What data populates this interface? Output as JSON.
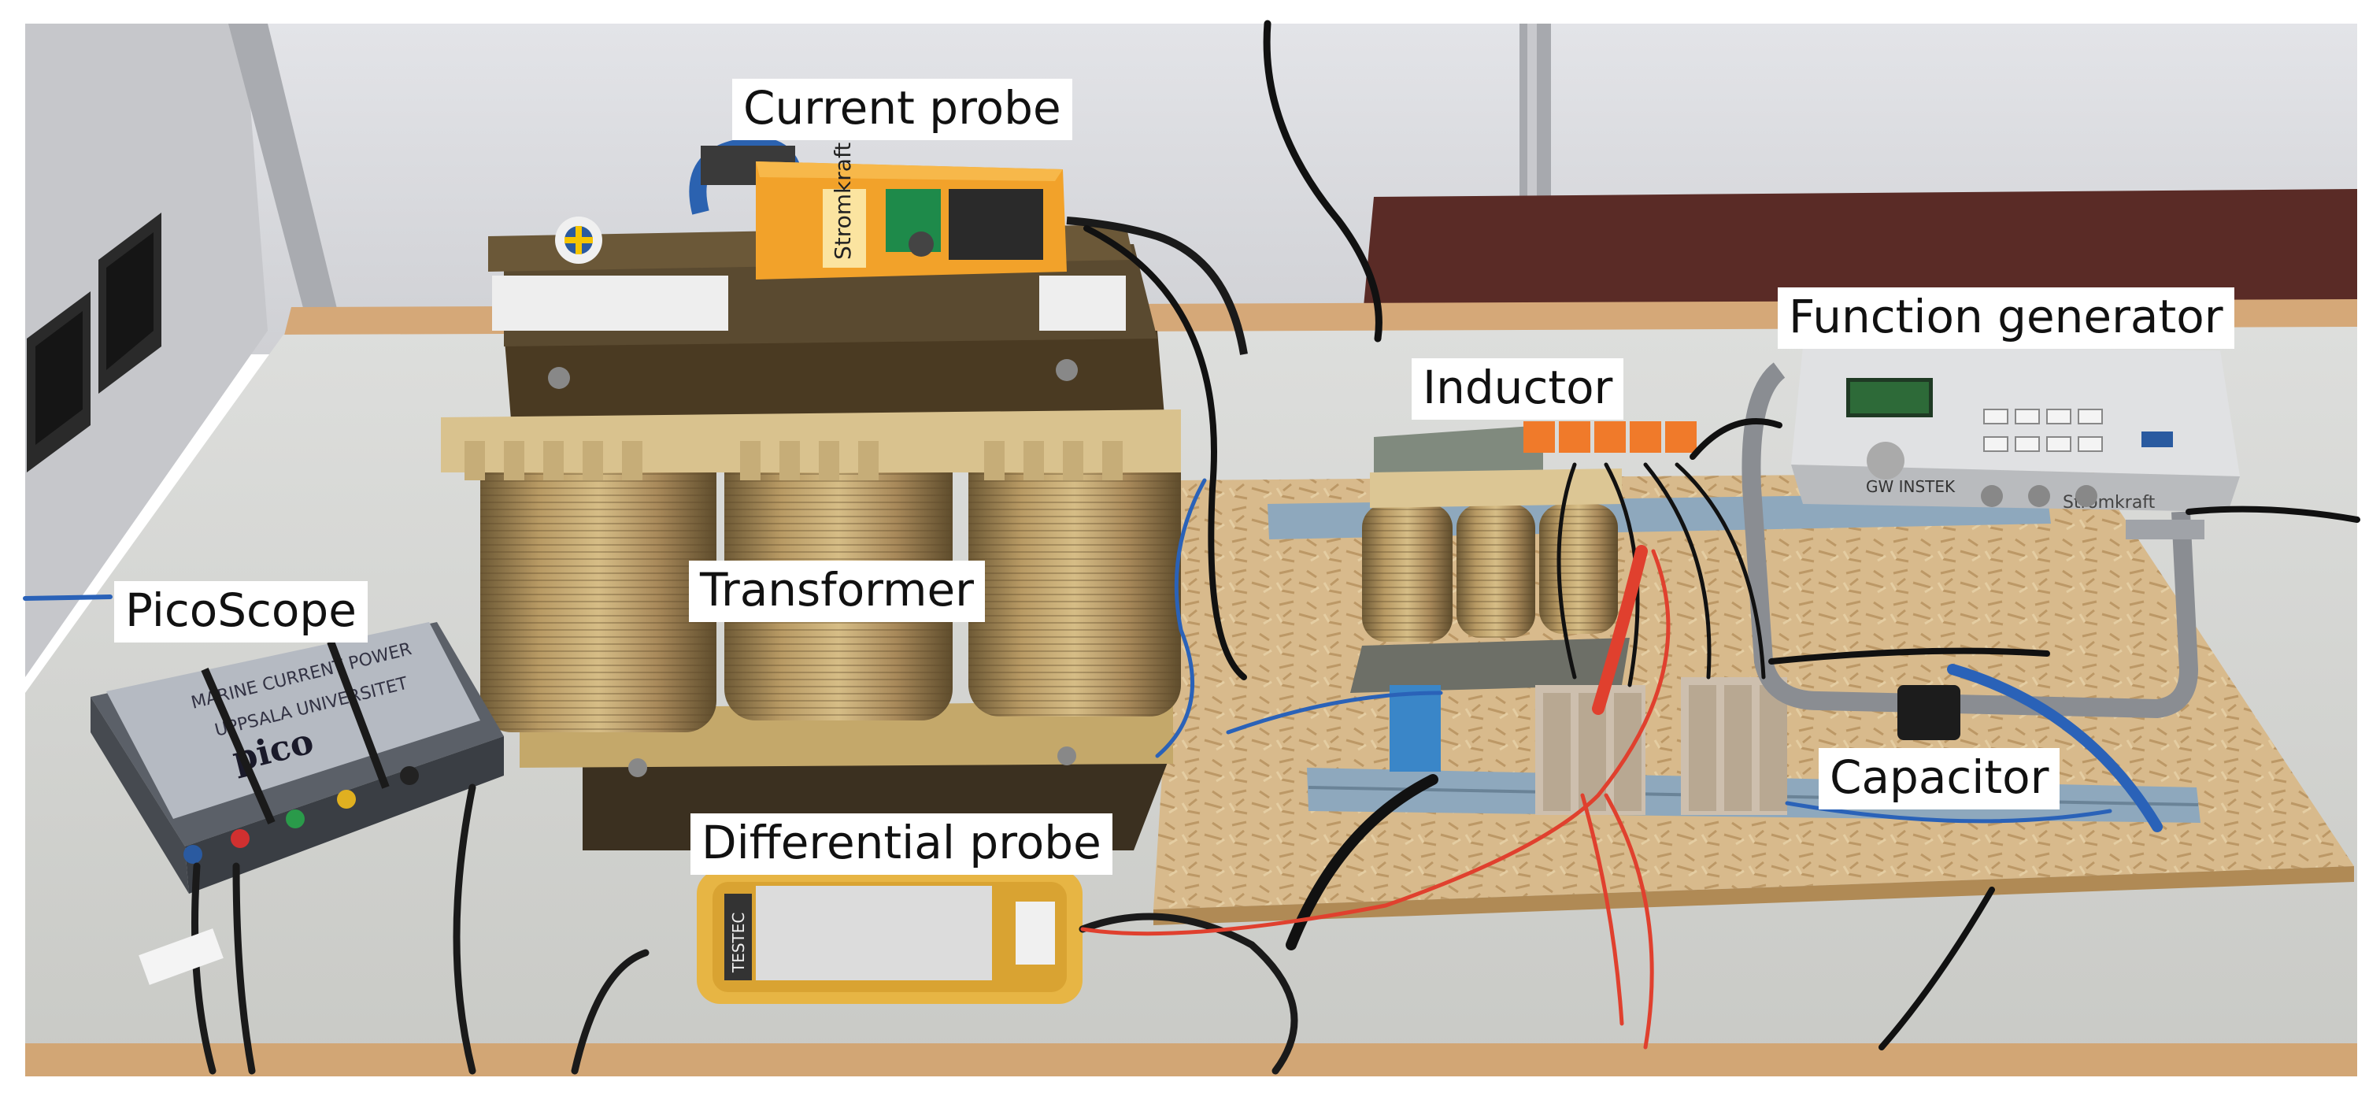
{
  "labels": {
    "current_probe": "Current probe",
    "function_generator": "Function generator",
    "inductor": "Inductor",
    "picoscope": "PicoScope",
    "transformer": "Transformer",
    "capacitor": "Capacitor",
    "differential_probe": "Differential probe"
  },
  "device_text": {
    "clamp_brand": "Stromkraft",
    "diff_probe_brand": "TESTEC",
    "scope_brand": "pico",
    "scope_sticker": "MARINE CURRENT POWER",
    "scope_sticker_2": "UPPSALA UNIVERSITET",
    "fgen_brand": "GW INSTEK",
    "fgen_sticker": "Stromkraft"
  },
  "colors": {
    "wall": "#d9dade",
    "table": "#d4d4d2",
    "osb_board": "#d6b78a",
    "clamp_orange": "#f2a22a",
    "diff_probe_yellow": "#e7b544",
    "copper_winding": "#a8895a",
    "terminal_orange": "#f07a2a",
    "red_lead": "#e0402e",
    "blue_lead": "#2a62b8"
  }
}
